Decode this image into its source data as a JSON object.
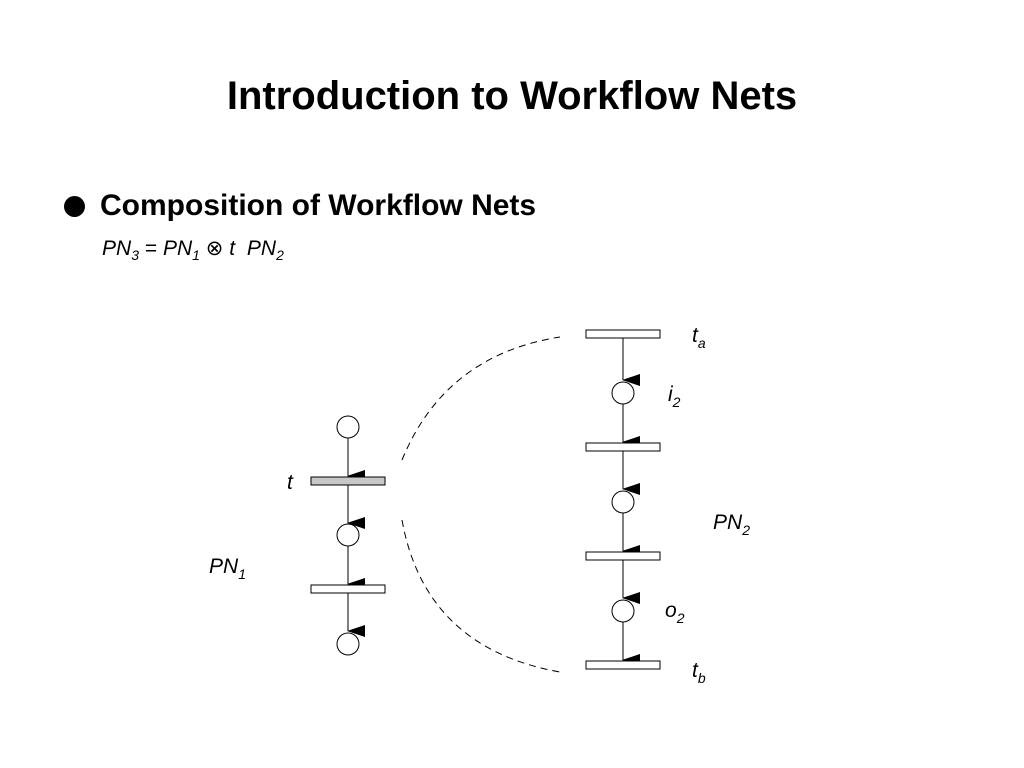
{
  "slide": {
    "title": "Introduction to Workflow Nets",
    "bullet": "Composition of Workflow Nets"
  },
  "formula": {
    "lhs": "PN",
    "lhs_sub": "3",
    "equals": "=",
    "term1": "PN",
    "term1_sub": "1",
    "operator": "⊗",
    "operator_param": "t",
    "term2": "PN",
    "term2_sub": "2"
  },
  "diagram": {
    "pn1": {
      "label": "PN",
      "label_sub": "1",
      "refined_transition": "t",
      "refined_transition_color": "#c8c8c8"
    },
    "pn2": {
      "label": "PN",
      "label_sub": "2",
      "ta_label": "t",
      "ta_sub": "a",
      "i2_label": "i",
      "i2_sub": "2",
      "o2_label": "o",
      "o2_sub": "2",
      "tb_label": "t",
      "tb_sub": "b"
    }
  }
}
